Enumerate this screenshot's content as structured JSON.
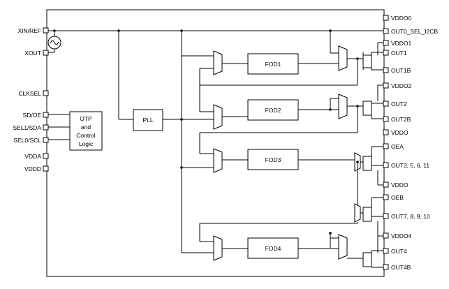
{
  "left_pins": {
    "xin": "XIN/REF",
    "xout": "XOUT",
    "clksel": "CLKSEL",
    "sd_oe": "SD/OE",
    "sel1": "SEL1/SDA",
    "sel0": "SEL0/SCL",
    "vdda": "VDDA",
    "vddd": "VDDD"
  },
  "right_pins": {
    "vddo0": "VDDO0",
    "out0": "OUT0_SEL_I2CB",
    "vddo1": "VDDO1",
    "out1": "OUT1",
    "out1b": "OUT1B",
    "vddo2": "VDDO2",
    "out2": "OUT2",
    "out2b": "OUT2B",
    "vddo_a": "VDDO",
    "oea": "OEA",
    "out3": "OUT3, 5, 6, 11",
    "vddo_b": "VDDO",
    "oeb": "OEB",
    "out7": "OUT7, 8, 9, 10",
    "vddo4": "VDDO4",
    "out4": "OUT4",
    "out4b": "OUT4B"
  },
  "blocks": {
    "otp_line1": "OTP",
    "otp_line2": "and",
    "otp_line3": "Control",
    "otp_line4": "Logic",
    "pll": "PLL",
    "fod1": "FOD1",
    "fod2": "FOD2",
    "fod3": "FOD3",
    "fod4": "FOD4"
  }
}
